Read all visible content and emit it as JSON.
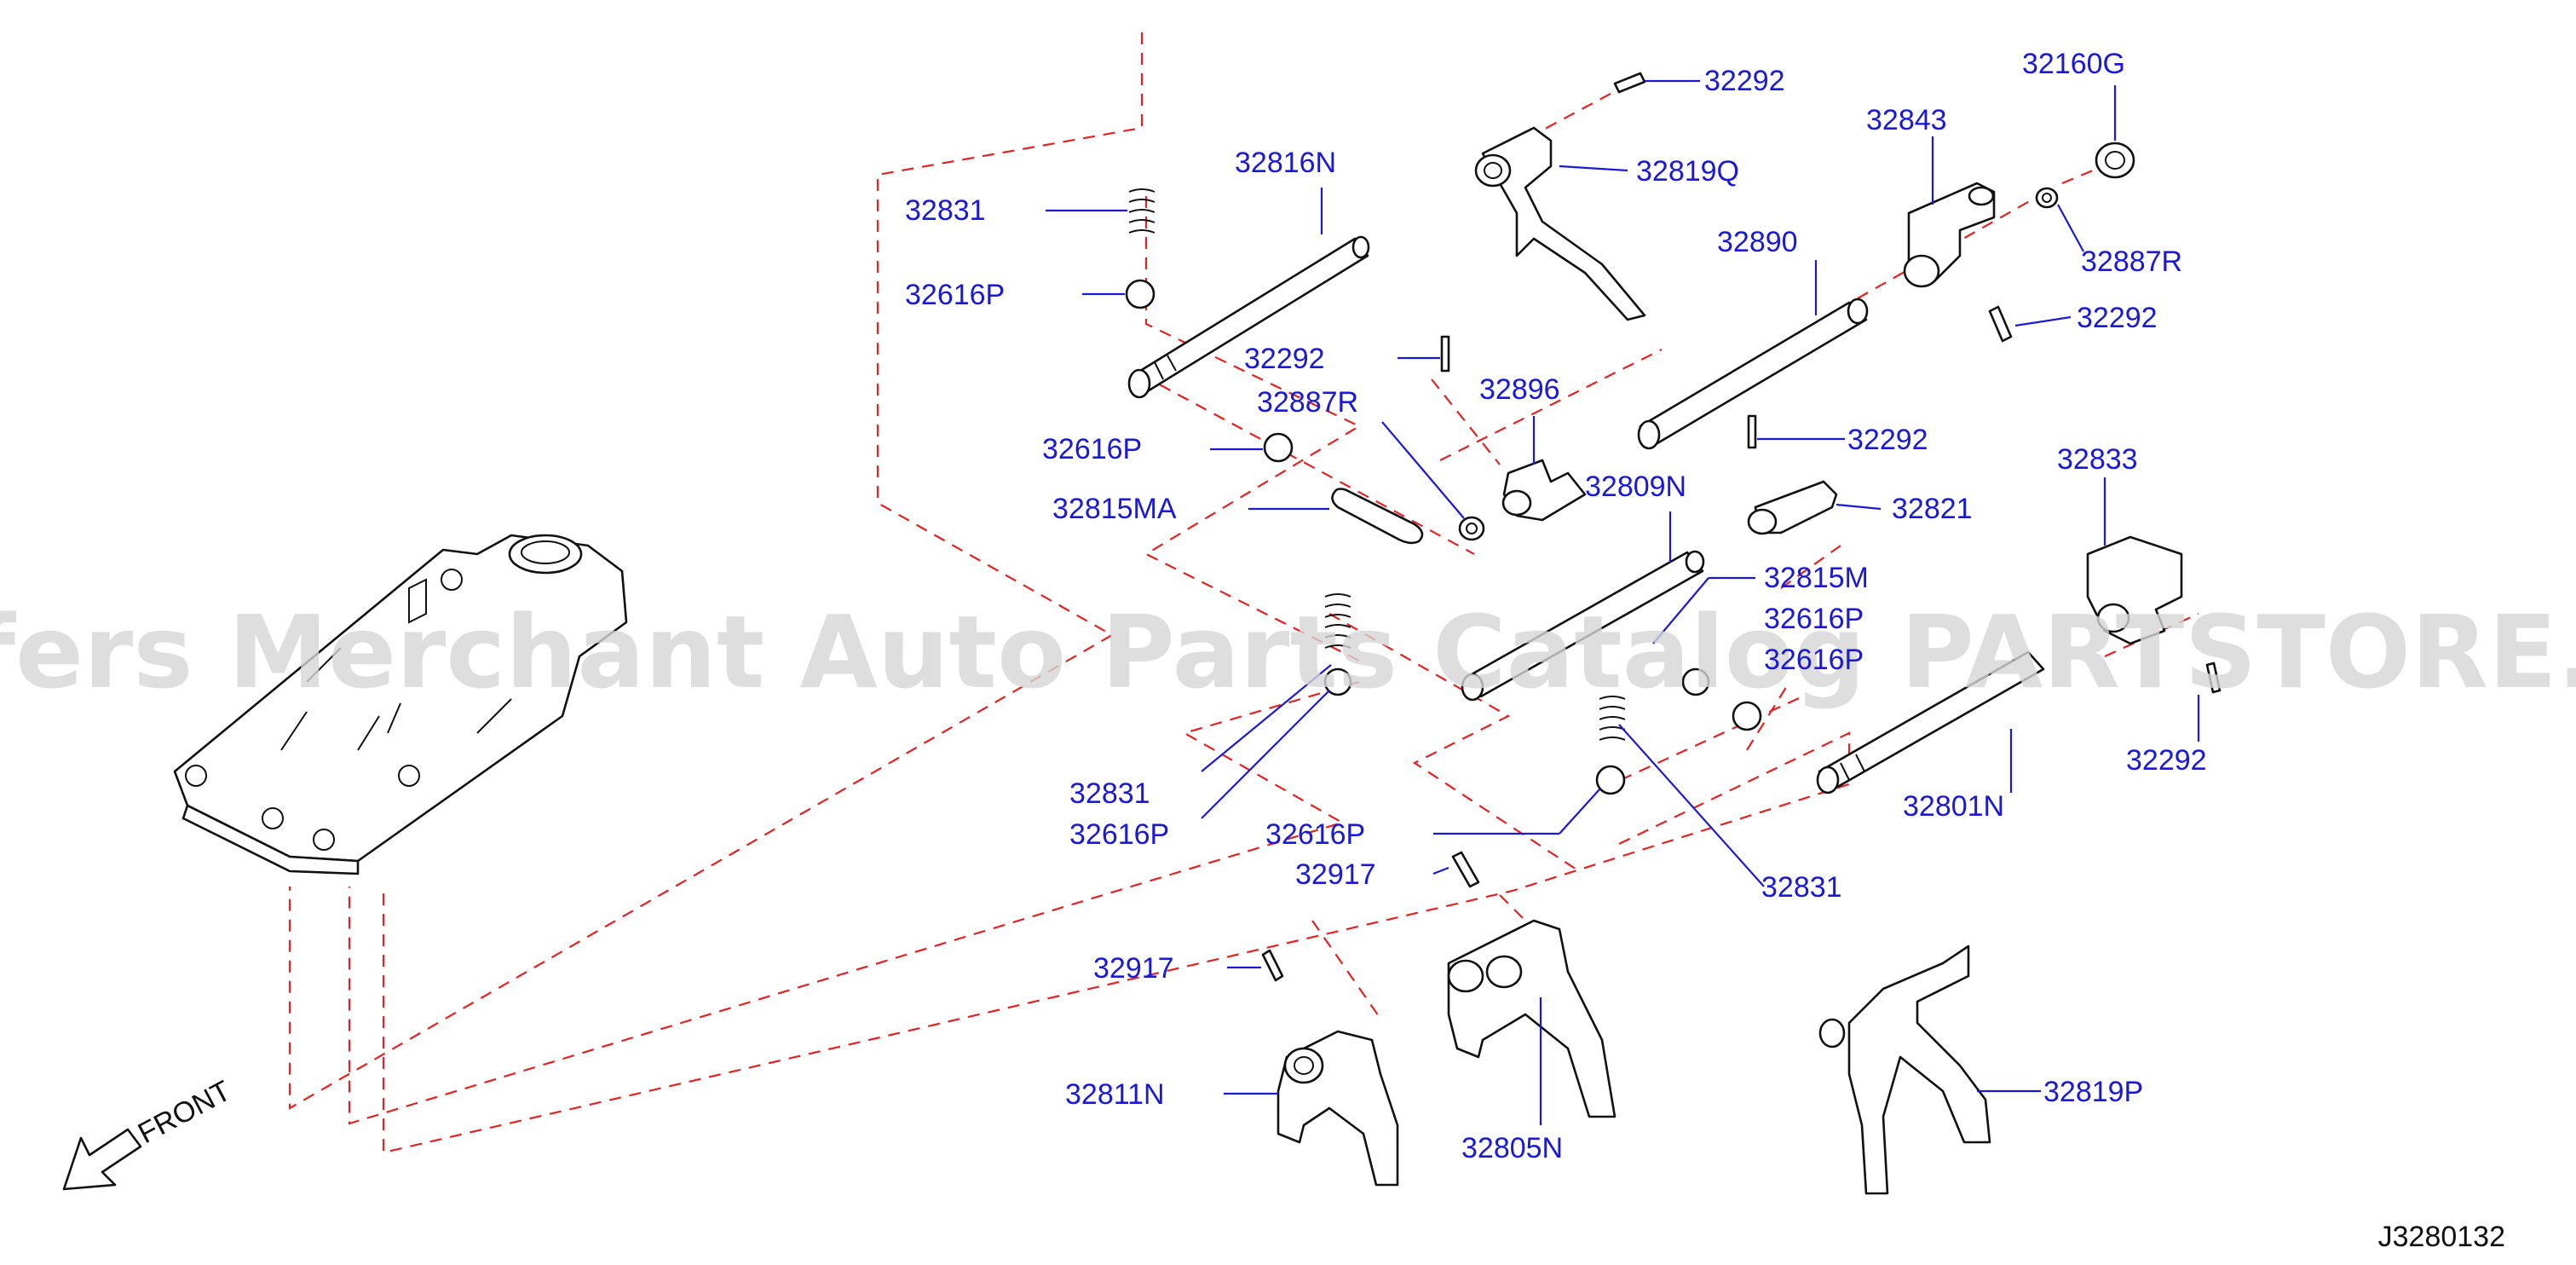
{
  "watermark": "Offers Merchant Auto Parts Catalog PARTSTORE.SA",
  "diagram_id": "J3280132",
  "front_label": "FRONT",
  "colors": {
    "label": "#1a1ad6",
    "dashed_line": "#e32222",
    "part_outline": "#111111",
    "watermark": "#d6d6d6"
  },
  "labels": {
    "l01": "32292",
    "l02": "32160G",
    "l03": "32843",
    "l04": "32816N",
    "l05": "32819Q",
    "l06": "32831",
    "l07": "32887R",
    "l08": "32890",
    "l09": "32616P",
    "l10": "32292",
    "l11": "32292",
    "l12": "32896",
    "l13": "32887R",
    "l14": "32616P",
    "l15": "32292",
    "l16": "32833",
    "l17": "32809N",
    "l18": "32815MA",
    "l19": "32821",
    "l20": "32815M",
    "l21": "32616P",
    "l22": "32616P",
    "l23": "32292",
    "l24": "32831",
    "l25": "32801N",
    "l26": "32616P",
    "l27": "32616P",
    "l28": "32917",
    "l29": "32831",
    "l30": "32917",
    "l31": "32811N",
    "l32": "32819P",
    "l33": "32805N"
  }
}
